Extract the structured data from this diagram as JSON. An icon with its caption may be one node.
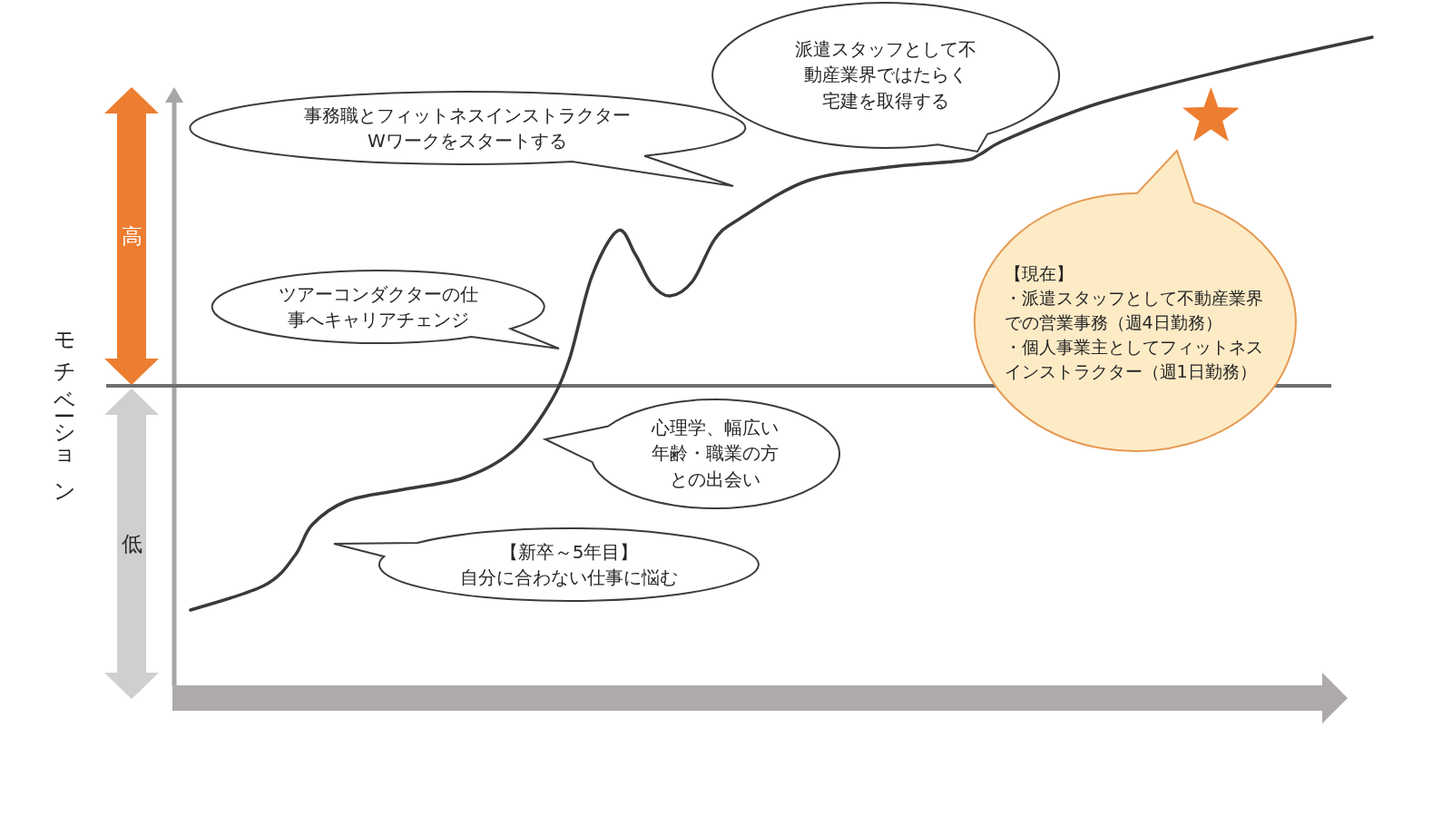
{
  "diagram": {
    "nodes": [
      {
        "text": [
          "高"
        ]
      },
      {
        "text": [
          "事務職とフィットネスインストラクターWワークをスタートする"
        ]
      },
      {
        "text": [
          "派遣スタッフとして不動産業界ではたらく",
          "宅建を取得する"
        ]
      },
      {
        "text": [
          "ツアーコンダクターの仕事へキャリアチェンジ"
        ]
      },
      {
        "text": [
          "【現在】",
          "・派遣スタッフとして不動産業界での営業事務（週4日勤務）",
          "・個人事業主としてフィットネスインストラクター（週1日勤務）"
        ]
      },
      {
        "text": [
          "低"
        ]
      },
      {
        "text": [
          "心理学、幅広い年齢・職業の方との出会い"
        ]
      },
      {
        "text": [
          "【新卒～5年目】",
          "自分に合わない仕事に悩む"
        ]
      }
    ],
    "labels": [
      "モチベーション"
    ]
  }
}
